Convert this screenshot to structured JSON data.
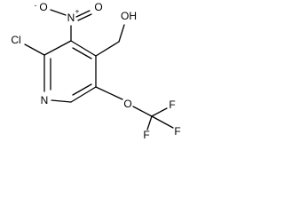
{
  "molecule": {
    "atoms": {
      "cl": "Cl",
      "n_ring": "N",
      "n_nitro": "N",
      "n_nitro_charge": "+",
      "o_nitro_minus": "O",
      "o_nitro_minus_charge": "-",
      "o_nitro_double": "O",
      "oh": "OH",
      "o_ether": "O",
      "f_left": "F",
      "f_top": "F",
      "f_right": "F"
    }
  },
  "colors": {
    "bond": "#000000",
    "label": "#000000",
    "background": "#ffffff"
  }
}
